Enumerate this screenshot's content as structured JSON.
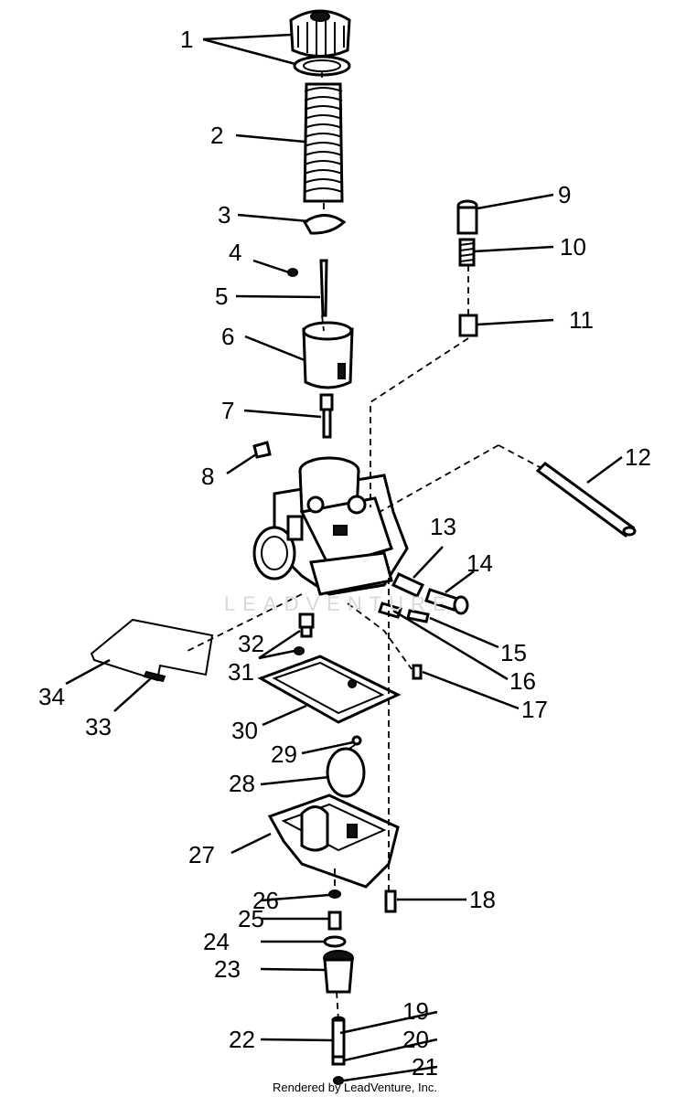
{
  "watermark": "LEADVENTURE",
  "credit": "Rendered by LeadVenture, Inc.",
  "callouts": [
    "1",
    "2",
    "3",
    "4",
    "5",
    "6",
    "7",
    "8",
    "9",
    "10",
    "11",
    "12",
    "13",
    "14",
    "15",
    "16",
    "17",
    "18",
    "19",
    "20",
    "21",
    "22",
    "23",
    "24",
    "25",
    "26",
    "27",
    "28",
    "29",
    "30",
    "31",
    "32",
    "33",
    "34"
  ]
}
